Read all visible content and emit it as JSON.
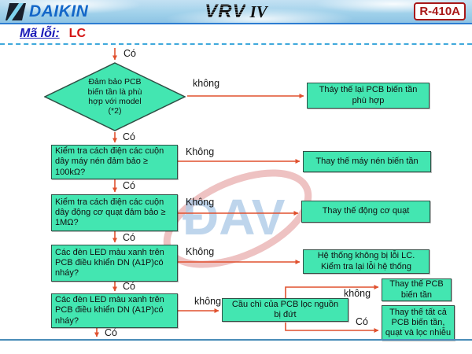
{
  "header": {
    "brand": "DAIKIN",
    "product": "VRV",
    "product_suffix": "IV",
    "refrigerant": "R-410A"
  },
  "error": {
    "label": "Mã lỗi:",
    "code": "LC"
  },
  "watermark": "ĐAV",
  "edge_labels": {
    "yes": "Có",
    "no": "Không",
    "no_lower": "không"
  },
  "flowchart": {
    "nodes": {
      "decision_model": "Đảm bảo PCB\nbiến tần là phù\nhợp với model\n(*2)",
      "replace_pcb": "Tháy thế lại PCB biến tần\nphù hợp",
      "check_compressor": "Kiểm tra cách điện các cuộn\ndây máy nén đảm bảo ≥\n100kΩ?",
      "replace_compressor": "Thay thế máy nén biến tần",
      "check_fan_motor": "Kiểm tra cách điện các cuộn\ndây động cơ quạt đảm bảo ≥\n1MΩ?",
      "replace_fan_motor": "Thay thế động cơ quạt",
      "check_led_1": "Các đèn LED màu xanh trên\nPCB điều khiển DN (A1P)có\nnháy?",
      "system_ok": "Hệ thống không bị lỗi LC.\nKiểm tra lại lỗi hệ thống",
      "check_led_2": "Các đèn LED màu xanh trên\nPCB điều khiển DN (A1P)có\nnháy?",
      "fuse_broken": "Cầu chì của PCB lọc nguồn\nbị đứt",
      "replace_inverter_pcb": "Thay thế PCB\nbiến tần",
      "replace_all": "Thay thế tất cả\nPCB biến tần,\nquạt và lọc nhiễu"
    }
  },
  "colors": {
    "node_fill": "#43e6b1",
    "node_border": "#2f4f45",
    "arrow": "#e0502e",
    "brand_blue": "#1467c8",
    "error_label_blue": "#1a1ab8",
    "error_code_red": "#d41414",
    "badge_red": "#a81818",
    "divider_blue": "#2d7dd2",
    "dashed_blue": "#3fa9dc",
    "bottom_line_blue": "#4a8db8",
    "watermark_blue": "#aecbe8",
    "watermark_red": "#e08f8f"
  }
}
